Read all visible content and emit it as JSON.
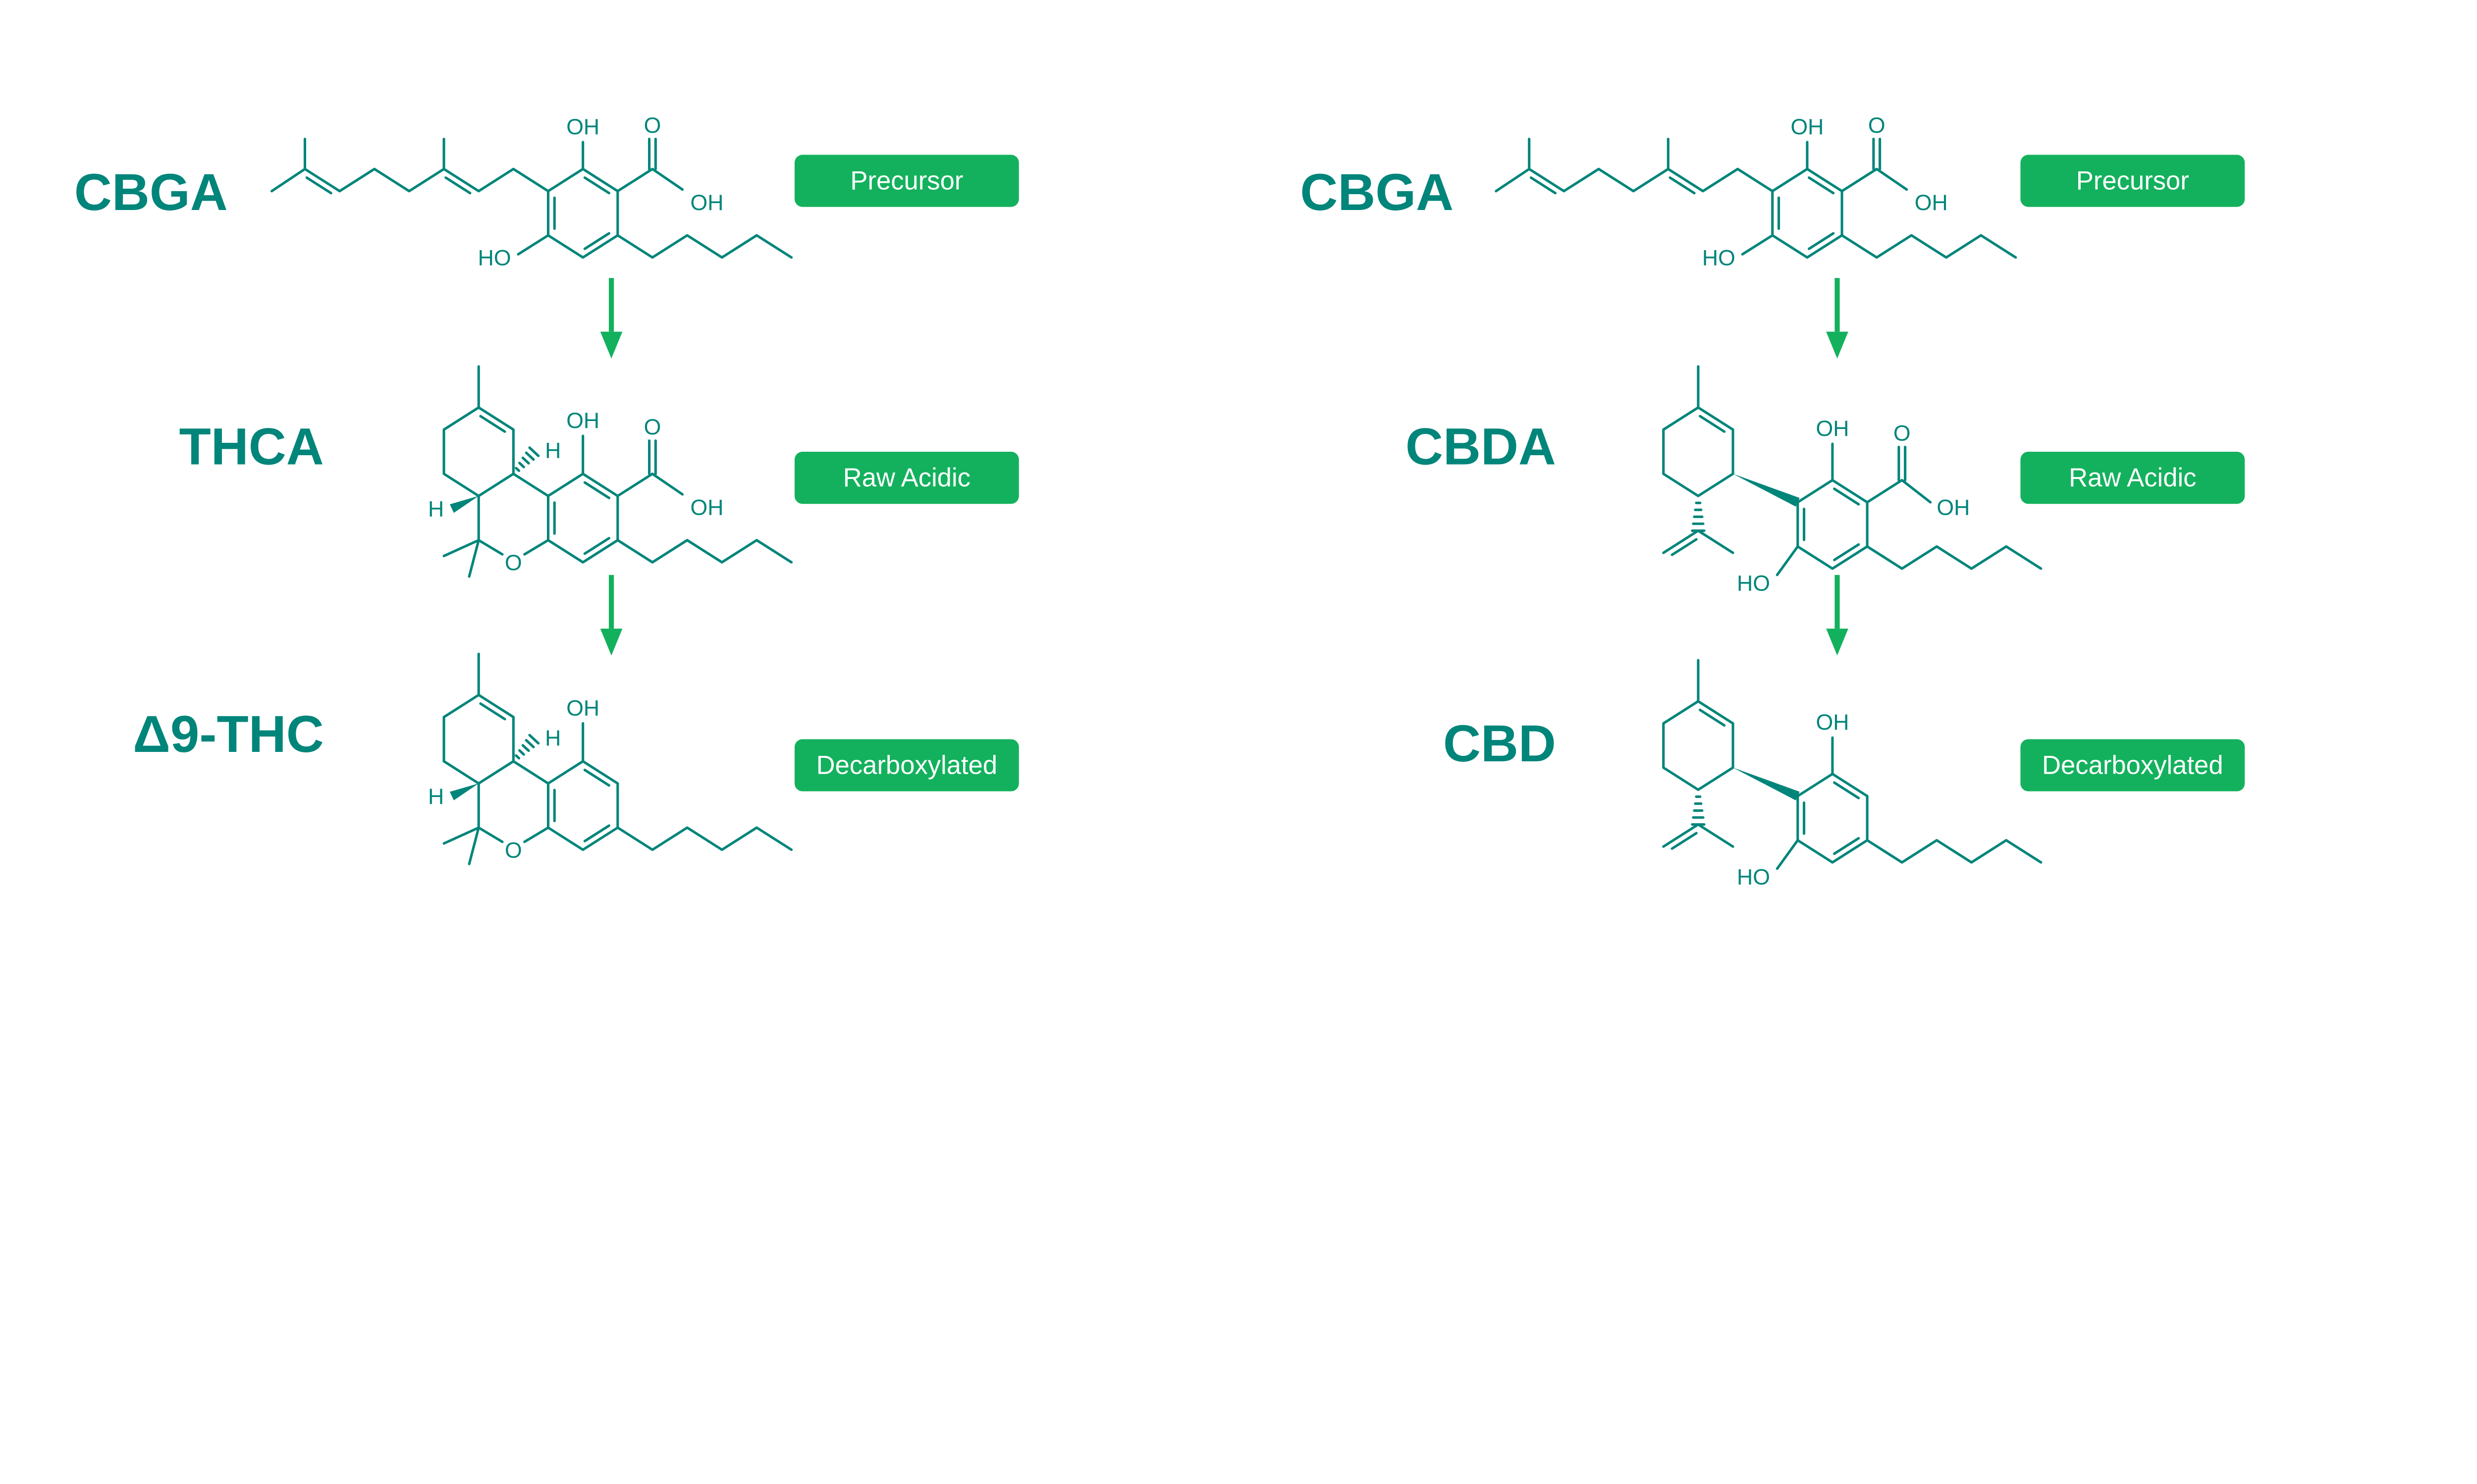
{
  "colors": {
    "structure": "#00857a",
    "accent": "#13b15d",
    "badge_text": "#ffffff",
    "background": "#ffffff"
  },
  "pathways": [
    {
      "steps": [
        {
          "name": "CBGA",
          "badge": "Precursor",
          "atoms": [
            "OH",
            "O",
            "OH",
            "HO"
          ]
        },
        {
          "name": "THCA",
          "badge": "Raw Acidic",
          "atoms": [
            "OH",
            "O",
            "OH",
            "H",
            "H",
            "O"
          ]
        },
        {
          "name": "Δ9-THC",
          "badge": "Decarboxylated",
          "atoms": [
            "OH",
            "H",
            "H",
            "O"
          ]
        }
      ]
    },
    {
      "steps": [
        {
          "name": "CBGA",
          "badge": "Precursor",
          "atoms": [
            "OH",
            "O",
            "OH",
            "HO"
          ]
        },
        {
          "name": "CBDA",
          "badge": "Raw Acidic",
          "atoms": [
            "OH",
            "O",
            "OH",
            "HO"
          ]
        },
        {
          "name": "CBD",
          "badge": "Decarboxylated",
          "atoms": [
            "OH",
            "HO"
          ]
        }
      ]
    }
  ]
}
